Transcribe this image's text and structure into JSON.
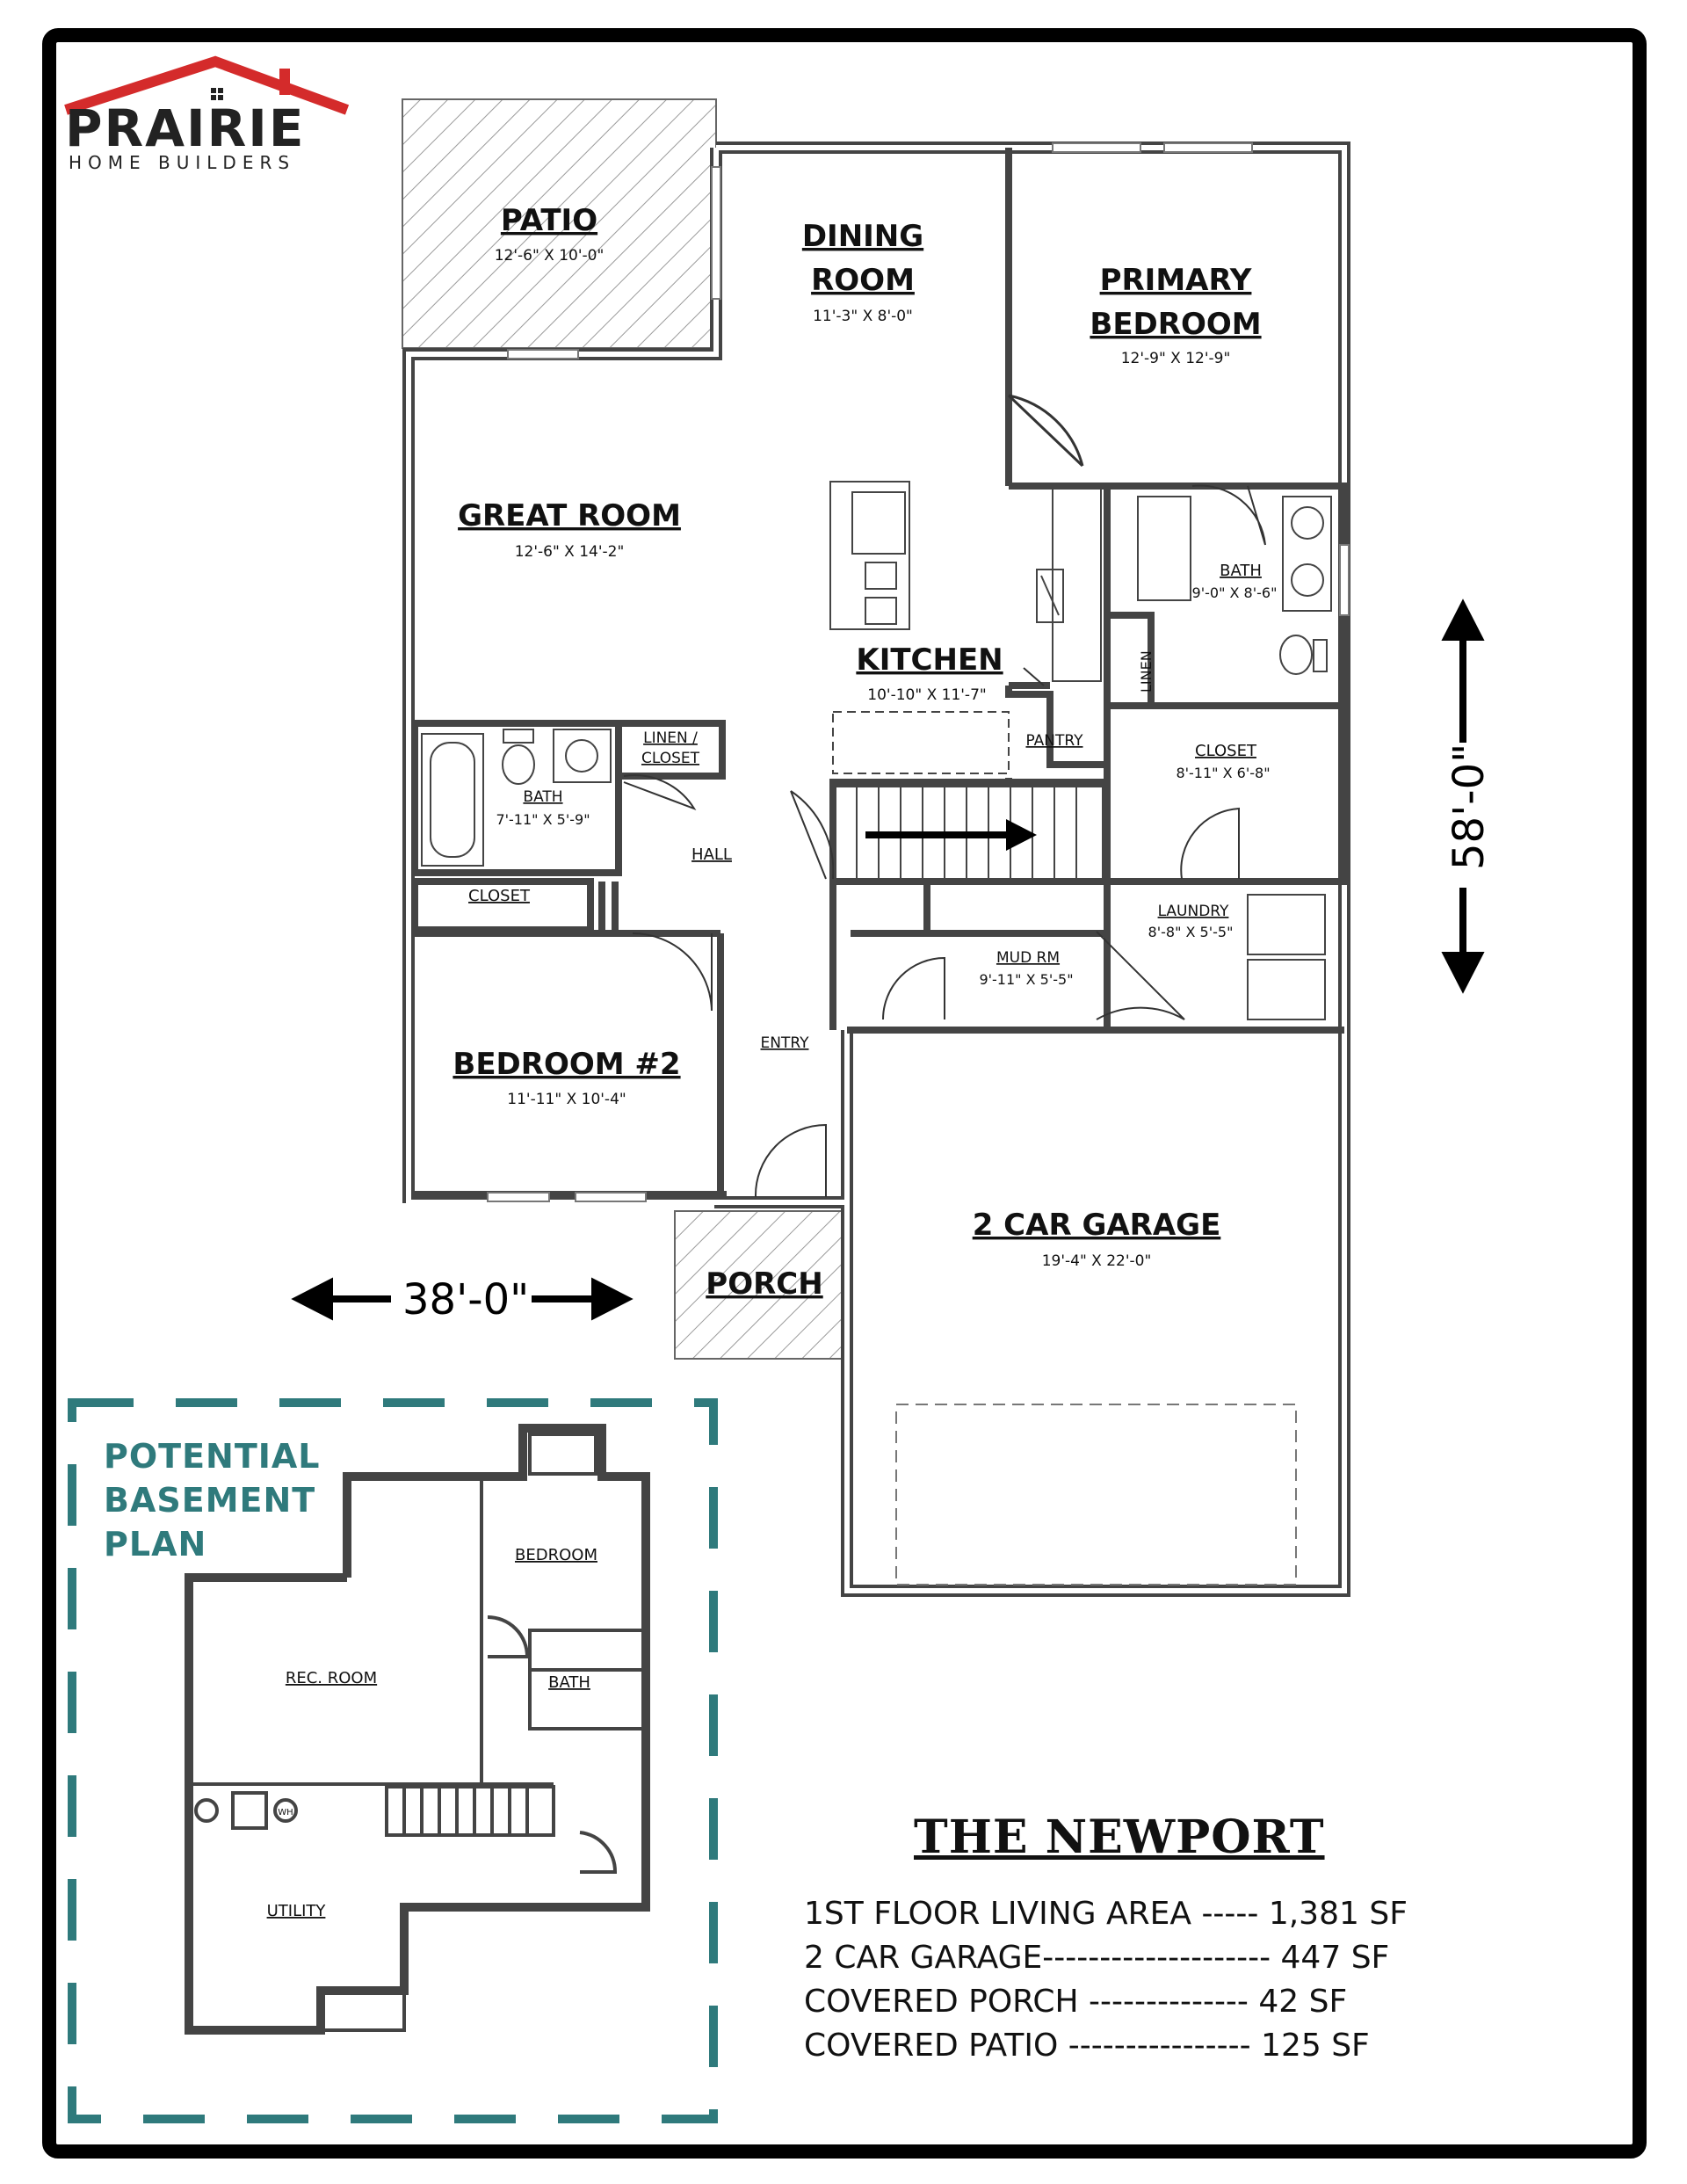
{
  "brand": {
    "name": "PRAIRIE",
    "tagline": "HOME BUILDERS",
    "colors": {
      "roof": "#d42b2b",
      "word": "#222222"
    }
  },
  "plan_name": "THE NEWPORT",
  "rooms": {
    "patio": {
      "name": "PATIO",
      "dims": "12'-6\" X 10'-0\""
    },
    "dining": {
      "name_line1": "DINING",
      "name_line2": "ROOM",
      "dims": "11'-3\" X 8'-0\""
    },
    "primary": {
      "name_line1": "PRIMARY",
      "name_line2": "BEDROOM",
      "dims": "12'-9\" X 12'-9\""
    },
    "great": {
      "name": "GREAT ROOM",
      "dims": "12'-6\" X 14'-2\""
    },
    "kitchen": {
      "name": "KITCHEN",
      "dims": "10'-10\" X 11'-7\""
    },
    "bath_primary": {
      "name": "BATH",
      "dims": "9'-0\" X 8'-6\""
    },
    "linen_primary": "LINEN",
    "linen_closet_line1": "LINEN /",
    "linen_closet_line2": "CLOSET",
    "bath2": {
      "name": "BATH",
      "dims": "7'-11\" X 5'-9\""
    },
    "pantry": "PANTRY",
    "closet_primary": {
      "name": "CLOSET",
      "dims": "8'-11\" X 6'-8\""
    },
    "hall": "HALL",
    "closet_bed2": "CLOSET",
    "laundry": {
      "name": "LAUNDRY",
      "dims": "8'-8\" X 5'-5\""
    },
    "mud": {
      "name": "MUD RM",
      "dims": "9'-11\" X 5'-5\""
    },
    "entry": "ENTRY",
    "bedroom2": {
      "name": "BEDROOM #2",
      "dims": "11'-11\" X 10'-4\""
    },
    "garage": {
      "name": "2 CAR GARAGE",
      "dims": "19'-4\" X 22'-0\""
    },
    "porch": "PORCH"
  },
  "overall": {
    "width": "38'-0\"",
    "depth": "58'-0\""
  },
  "basement": {
    "title_line1": "POTENTIAL",
    "title_line2": "BASEMENT",
    "title_line3": "PLAN",
    "accent": "#2f7a7c",
    "rooms": {
      "bedroom": "BEDROOM",
      "rec": "REC. ROOM",
      "bath": "BATH",
      "utility": "UTILITY",
      "wh": "WH"
    }
  },
  "areas": [
    "1ST FLOOR LIVING AREA ----- 1,381 SF",
    "2 CAR GARAGE-------------------- 447 SF",
    "COVERED PORCH -------------- 42 SF",
    "COVERED PATIO ---------------- 125 SF"
  ]
}
